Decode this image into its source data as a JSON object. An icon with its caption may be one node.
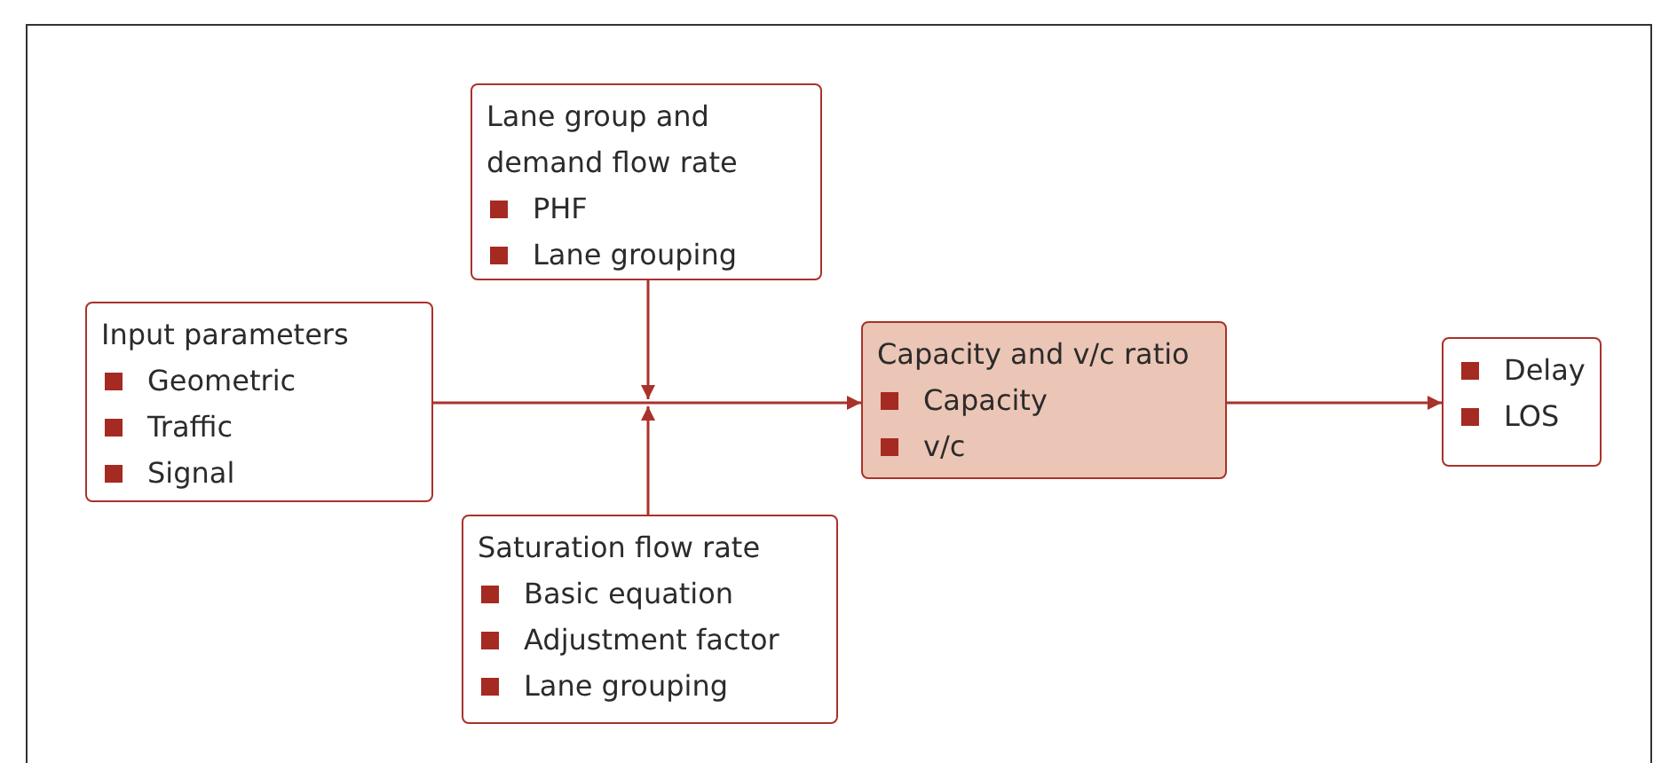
{
  "diagram": {
    "nodes": [
      {
        "text": [
          "Lane group and demand flow rate",
          "PHF",
          "Lane grouping"
        ]
      },
      {
        "text": [
          "Input parameters",
          "Geometric",
          "Traffic",
          "Signal"
        ]
      },
      {
        "text": [
          "Capacity and v/c ratio",
          "Capacity",
          "v/c"
        ]
      },
      {
        "text": [
          "Delay",
          "LOS"
        ]
      },
      {
        "text": [
          "Saturation flow rate",
          "Basic equation",
          "Adjustment factor",
          "Lane grouping"
        ]
      }
    ],
    "edges": [
      {
        "from": 1,
        "to": 2,
        "arrow": "to"
      },
      {
        "from": 0,
        "to": null,
        "arrow": "to"
      },
      {
        "from": 4,
        "to": null,
        "arrow": "to"
      },
      {
        "from": 2,
        "to": 3,
        "arrow": "to"
      }
    ]
  }
}
